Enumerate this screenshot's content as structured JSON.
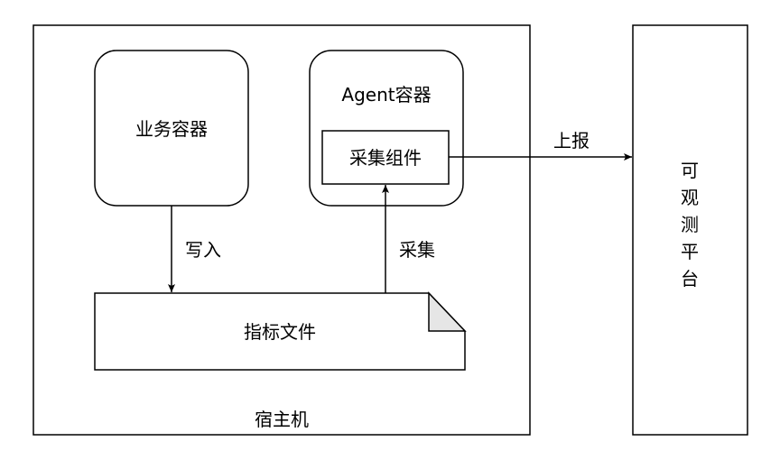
{
  "nodes": {
    "host": {
      "label": "宿主机"
    },
    "business_container": {
      "label": "业务容器"
    },
    "agent_container": {
      "label": "Agent容器"
    },
    "collect_component": {
      "label": "采集组件"
    },
    "metric_file": {
      "label": "指标文件"
    },
    "platform": {
      "label_chars": [
        "可",
        "观",
        "测",
        "平",
        "台"
      ]
    }
  },
  "edges": {
    "write": {
      "label": "写入"
    },
    "collect": {
      "label": "采集"
    },
    "report": {
      "label": "上报"
    }
  },
  "colors": {
    "stroke": "#000000",
    "fill": "#ffffff",
    "fold": "#e6e6e6",
    "text": "#000000"
  }
}
